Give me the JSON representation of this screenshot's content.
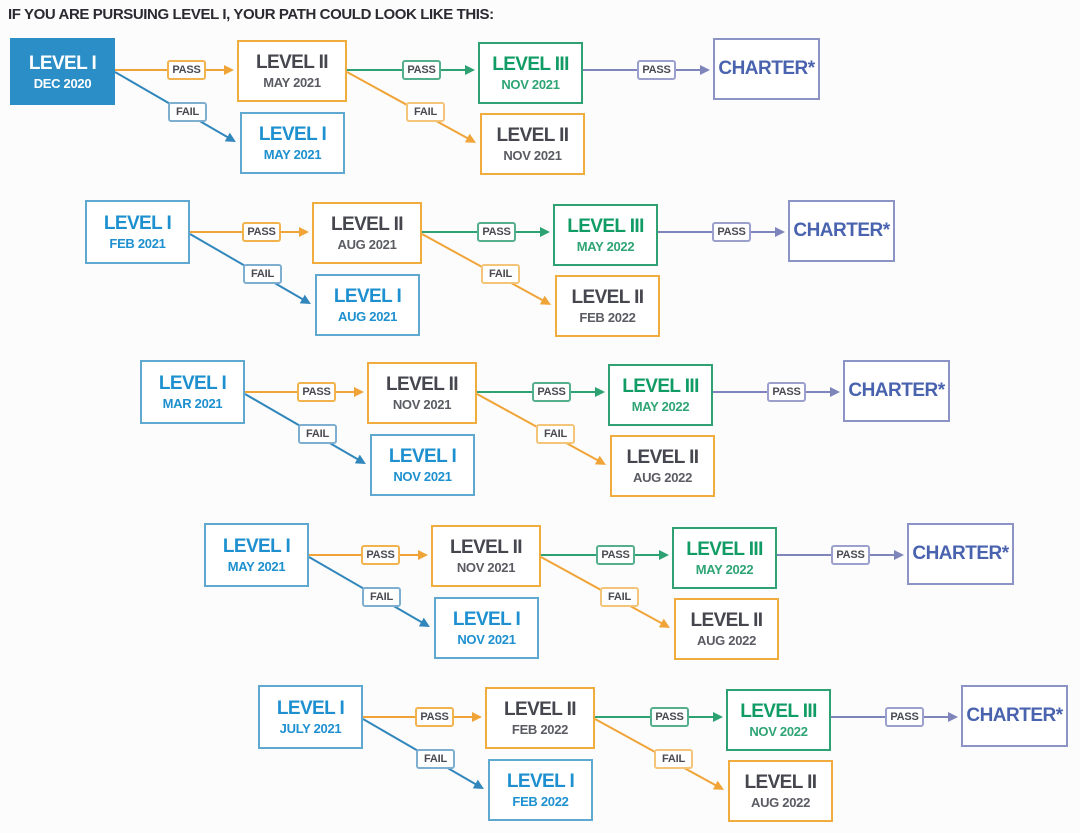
{
  "heading": "IF YOU ARE PURSUING LEVEL I, YOUR PATH COULD LOOK LIKE THIS:",
  "labels": {
    "pass": "PASS",
    "fail": "FAIL"
  },
  "colors": {
    "background": "#FCFCFC",
    "heading_text": "#2B2A30",
    "level1_solid_fill": "#2B8EC6",
    "level1_border": "#5FA8D0",
    "level1_text": "#1E90CF",
    "level2_border": "#F0AC3C",
    "level2_title_text": "#45464E",
    "level2_date_text": "#5B5C63",
    "level3_border": "#2FA173",
    "level3_title_text": "#129C65",
    "level3_date_text": "#2FA474",
    "charter_border": "#8C93C5",
    "charter_text": "#4A63AF",
    "pass_line_yellow": "#F0A437",
    "pass_line_green": "#2EA173",
    "pass_line_purple": "#7D85BA",
    "fail_line_blue": "#3187BC",
    "label_text": "#4A4B52"
  },
  "rows": [
    {
      "start": {
        "title": "LEVEL I",
        "date": "DEC 2020",
        "variant": "solid"
      },
      "level2": {
        "title": "LEVEL II",
        "date": "MAY 2021"
      },
      "level1_retake": {
        "title": "LEVEL I",
        "date": "MAY 2021"
      },
      "level3": {
        "title": "LEVEL III",
        "date": "NOV 2021"
      },
      "level2_retake": {
        "title": "LEVEL II",
        "date": "NOV 2021"
      },
      "charter": {
        "title": "CHARTER*"
      }
    },
    {
      "start": {
        "title": "LEVEL I",
        "date": "FEB 2021",
        "variant": "outline"
      },
      "level2": {
        "title": "LEVEL II",
        "date": "AUG 2021"
      },
      "level1_retake": {
        "title": "LEVEL I",
        "date": "AUG 2021"
      },
      "level3": {
        "title": "LEVEL III",
        "date": "MAY 2022"
      },
      "level2_retake": {
        "title": "LEVEL II",
        "date": "FEB 2022"
      },
      "charter": {
        "title": "CHARTER*"
      }
    },
    {
      "start": {
        "title": "LEVEL I",
        "date": "MAR 2021",
        "variant": "outline"
      },
      "level2": {
        "title": "LEVEL II",
        "date": "NOV 2021"
      },
      "level1_retake": {
        "title": "LEVEL I",
        "date": "NOV 2021"
      },
      "level3": {
        "title": "LEVEL III",
        "date": "MAY 2022"
      },
      "level2_retake": {
        "title": "LEVEL II",
        "date": "AUG 2022"
      },
      "charter": {
        "title": "CHARTER*"
      }
    },
    {
      "start": {
        "title": "LEVEL I",
        "date": "MAY 2021",
        "variant": "outline"
      },
      "level2": {
        "title": "LEVEL II",
        "date": "NOV 2021"
      },
      "level1_retake": {
        "title": "LEVEL I",
        "date": "NOV 2021"
      },
      "level3": {
        "title": "LEVEL III",
        "date": "MAY 2022"
      },
      "level2_retake": {
        "title": "LEVEL II",
        "date": "AUG 2022"
      },
      "charter": {
        "title": "CHARTER*"
      }
    },
    {
      "start": {
        "title": "LEVEL I",
        "date": "JULY 2021",
        "variant": "outline"
      },
      "level2": {
        "title": "LEVEL II",
        "date": "FEB 2022"
      },
      "level1_retake": {
        "title": "LEVEL I",
        "date": "FEB 2022"
      },
      "level3": {
        "title": "LEVEL III",
        "date": "NOV 2022"
      },
      "level2_retake": {
        "title": "LEVEL II",
        "date": "AUG 2022"
      },
      "charter": {
        "title": "CHARTER*"
      }
    }
  ]
}
